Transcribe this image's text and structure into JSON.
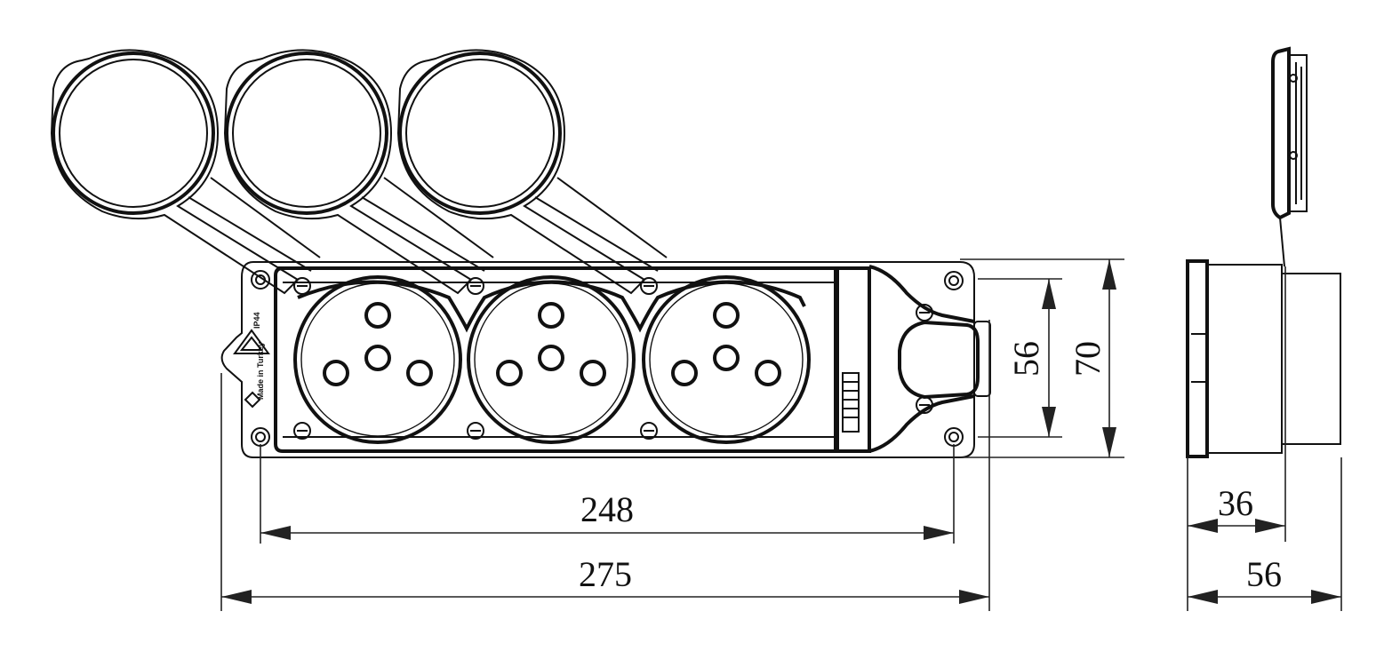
{
  "dimensions": {
    "d248": "248",
    "d275": "275",
    "d56_height": "56",
    "d70_height": "70",
    "d36_depth": "36",
    "d56_depth": "56"
  },
  "marking": {
    "ip_rating": "IP44",
    "origin": "Made in Turkey"
  },
  "colors": {
    "line": "#111111",
    "background": "#ffffff"
  }
}
